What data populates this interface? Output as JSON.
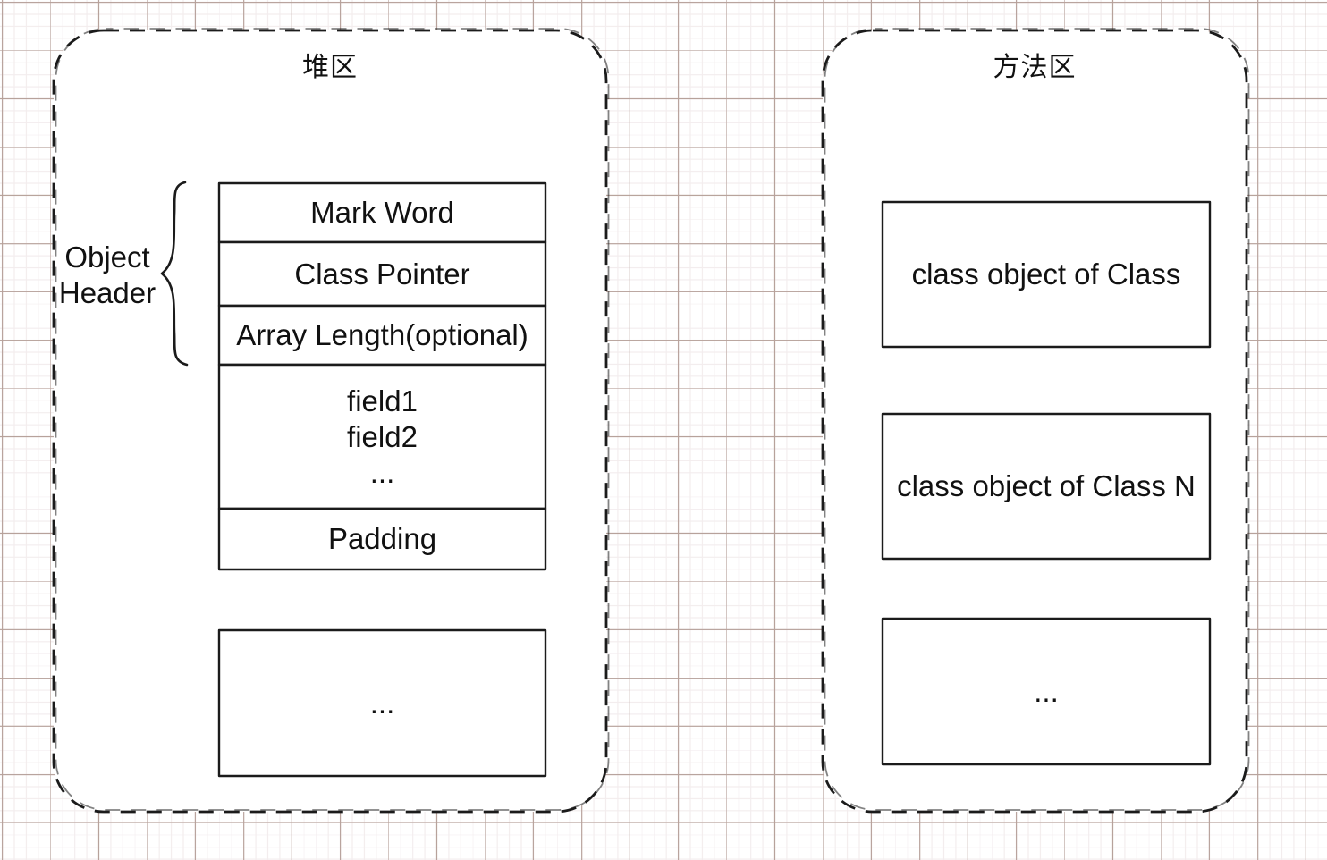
{
  "heap_area": {
    "title": "堆区",
    "object_header": {
      "lines": [
        "Object",
        "Header"
      ]
    },
    "object_boxes": [
      {
        "label": "Mark Word"
      },
      {
        "label": "Class Pointer"
      },
      {
        "label": "Array Length(optional)"
      }
    ],
    "fields_box": {
      "lines": [
        "field1",
        "field2",
        "..."
      ]
    },
    "padding_box": {
      "label": "Padding"
    },
    "more_box": {
      "label": "..."
    }
  },
  "method_area": {
    "title": "方法区",
    "boxes": [
      {
        "label": "class object of Class"
      },
      {
        "label": "class object of Class N"
      },
      {
        "label": "..."
      }
    ]
  },
  "colors": {
    "stroke": "#1b1b1b",
    "text": "#111111",
    "grid_minor": "#f3edee",
    "grid_major": "#b7a29b",
    "surface": "#ffffff"
  }
}
